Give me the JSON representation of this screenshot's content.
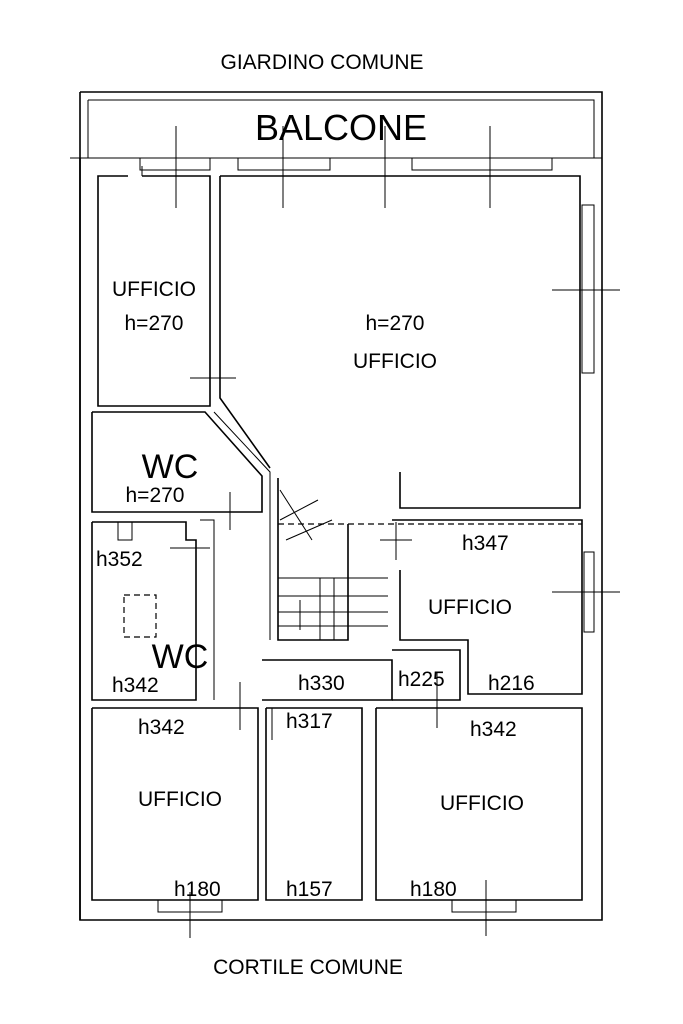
{
  "header": {
    "label": "GIARDINO COMUNE"
  },
  "footer": {
    "label": "CORTILE COMUNE"
  },
  "balcony": {
    "label": "BALCONE"
  },
  "rooms": {
    "office_nw": {
      "name": "UFFICIO",
      "height": "h=270"
    },
    "office_main": {
      "name": "UFFICIO",
      "height": "h=270"
    },
    "wc_upper": {
      "name": "WC",
      "height": "h=270"
    },
    "wc_lower": {
      "name": "WC",
      "height_top": "h352",
      "height_bottom": "h342"
    },
    "office_east": {
      "name": "UFFICIO",
      "height_top": "h347",
      "height_bottom": "h216"
    },
    "corridor": {
      "height": "h330"
    },
    "passage": {
      "height": "h225"
    },
    "office_sw": {
      "name": "UFFICIO",
      "height_top": "h342",
      "height_bottom": "h180"
    },
    "office_s_mid": {
      "height_top": "h317",
      "height_bottom": "h157"
    },
    "office_se": {
      "name": "UFFICIO",
      "height_top": "h342",
      "height_bottom": "h180"
    }
  }
}
